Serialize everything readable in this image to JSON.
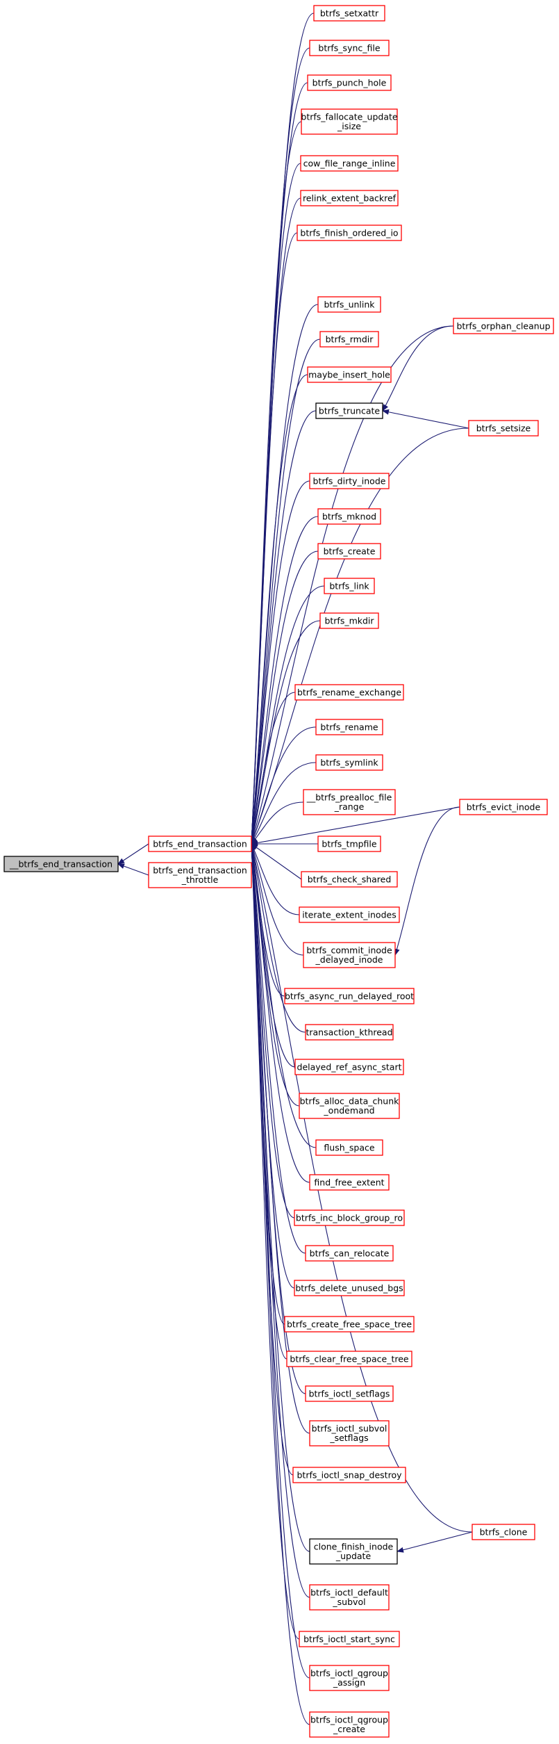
{
  "graph": {
    "colors": {
      "edge": "#191970",
      "red_border": "#ff0000",
      "black_border": "#000000",
      "focus_fill": "#bfbfbf",
      "node_fill": "#ffffff"
    },
    "focus": {
      "id": "end_tx_inner",
      "label": "__btrfs_end_transaction"
    },
    "nodes": [
      {
        "id": "end_tx_inner",
        "lines": [
          "__btrfs_end_transaction"
        ],
        "style": "focus"
      },
      {
        "id": "end_tx",
        "lines": [
          "btrfs_end_transaction"
        ],
        "style": "red"
      },
      {
        "id": "end_tx_throttle",
        "lines": [
          "btrfs_end_transaction",
          "_throttle"
        ],
        "style": "red"
      },
      {
        "id": "setxattr",
        "lines": [
          "btrfs_setxattr"
        ],
        "style": "red"
      },
      {
        "id": "sync_file",
        "lines": [
          "btrfs_sync_file"
        ],
        "style": "red"
      },
      {
        "id": "punch_hole",
        "lines": [
          "btrfs_punch_hole"
        ],
        "style": "red"
      },
      {
        "id": "fallocate_update",
        "lines": [
          "btrfs_fallocate_update",
          "_isize"
        ],
        "style": "red"
      },
      {
        "id": "cow_inline",
        "lines": [
          "cow_file_range_inline"
        ],
        "style": "red"
      },
      {
        "id": "relink",
        "lines": [
          "relink_extent_backref"
        ],
        "style": "red"
      },
      {
        "id": "finish_ordered",
        "lines": [
          "btrfs_finish_ordered_io"
        ],
        "style": "red"
      },
      {
        "id": "unlink",
        "lines": [
          "btrfs_unlink"
        ],
        "style": "red"
      },
      {
        "id": "rmdir",
        "lines": [
          "btrfs_rmdir"
        ],
        "style": "red"
      },
      {
        "id": "maybe_hole",
        "lines": [
          "maybe_insert_hole"
        ],
        "style": "red"
      },
      {
        "id": "truncate",
        "lines": [
          "btrfs_truncate"
        ],
        "style": "black"
      },
      {
        "id": "dirty_inode",
        "lines": [
          "btrfs_dirty_inode"
        ],
        "style": "red"
      },
      {
        "id": "mknod",
        "lines": [
          "btrfs_mknod"
        ],
        "style": "red"
      },
      {
        "id": "create",
        "lines": [
          "btrfs_create"
        ],
        "style": "red"
      },
      {
        "id": "link",
        "lines": [
          "btrfs_link"
        ],
        "style": "red"
      },
      {
        "id": "mkdir",
        "lines": [
          "btrfs_mkdir"
        ],
        "style": "red"
      },
      {
        "id": "rename_exchange",
        "lines": [
          "btrfs_rename_exchange"
        ],
        "style": "red"
      },
      {
        "id": "rename",
        "lines": [
          "btrfs_rename"
        ],
        "style": "red"
      },
      {
        "id": "symlink",
        "lines": [
          "btrfs_symlink"
        ],
        "style": "red"
      },
      {
        "id": "prealloc",
        "lines": [
          "__btrfs_prealloc_file",
          "_range"
        ],
        "style": "red"
      },
      {
        "id": "tmpfile",
        "lines": [
          "btrfs_tmpfile"
        ],
        "style": "red"
      },
      {
        "id": "check_shared",
        "lines": [
          "btrfs_check_shared"
        ],
        "style": "red"
      },
      {
        "id": "iterate",
        "lines": [
          "iterate_extent_inodes"
        ],
        "style": "red"
      },
      {
        "id": "commit_delayed",
        "lines": [
          "btrfs_commit_inode",
          "_delayed_inode"
        ],
        "style": "red"
      },
      {
        "id": "async_delayed",
        "lines": [
          "btrfs_async_run_delayed_root"
        ],
        "style": "red"
      },
      {
        "id": "kthread",
        "lines": [
          "transaction_kthread"
        ],
        "style": "red"
      },
      {
        "id": "delayed_ref",
        "lines": [
          "delayed_ref_async_start"
        ],
        "style": "red"
      },
      {
        "id": "alloc_chunk",
        "lines": [
          "btrfs_alloc_data_chunk",
          "_ondemand"
        ],
        "style": "red"
      },
      {
        "id": "flush_space",
        "lines": [
          "flush_space"
        ],
        "style": "red"
      },
      {
        "id": "find_free",
        "lines": [
          "find_free_extent"
        ],
        "style": "red"
      },
      {
        "id": "inc_bg_ro",
        "lines": [
          "btrfs_inc_block_group_ro"
        ],
        "style": "red"
      },
      {
        "id": "can_relocate",
        "lines": [
          "btrfs_can_relocate"
        ],
        "style": "red"
      },
      {
        "id": "delete_bgs",
        "lines": [
          "btrfs_delete_unused_bgs"
        ],
        "style": "red"
      },
      {
        "id": "create_fst",
        "lines": [
          "btrfs_create_free_space_tree"
        ],
        "style": "red"
      },
      {
        "id": "clear_fst",
        "lines": [
          "btrfs_clear_free_space_tree"
        ],
        "style": "red"
      },
      {
        "id": "ioctl_setflags",
        "lines": [
          "btrfs_ioctl_setflags"
        ],
        "style": "red"
      },
      {
        "id": "ioctl_subvol_setflags",
        "lines": [
          "btrfs_ioctl_subvol",
          "_setflags"
        ],
        "style": "red"
      },
      {
        "id": "snap_destroy",
        "lines": [
          "btrfs_ioctl_snap_destroy"
        ],
        "style": "red"
      },
      {
        "id": "clone_finish",
        "lines": [
          "clone_finish_inode",
          "_update"
        ],
        "style": "black"
      },
      {
        "id": "default_subvol",
        "lines": [
          "btrfs_ioctl_default",
          "_subvol"
        ],
        "style": "red"
      },
      {
        "id": "start_sync",
        "lines": [
          "btrfs_ioctl_start_sync"
        ],
        "style": "red"
      },
      {
        "id": "qgroup_assign",
        "lines": [
          "btrfs_ioctl_qgroup",
          "_assign"
        ],
        "style": "red"
      },
      {
        "id": "qgroup_create",
        "lines": [
          "btrfs_ioctl_qgroup",
          "_create"
        ],
        "style": "red"
      },
      {
        "id": "orphan_cleanup",
        "lines": [
          "btrfs_orphan_cleanup"
        ],
        "style": "red"
      },
      {
        "id": "setsize",
        "lines": [
          "btrfs_setsize"
        ],
        "style": "red"
      },
      {
        "id": "evict_inode",
        "lines": [
          "btrfs_evict_inode"
        ],
        "style": "red"
      },
      {
        "id": "clone",
        "lines": [
          "btrfs_clone"
        ],
        "style": "red"
      }
    ],
    "edges": [
      {
        "from": "end_tx",
        "to": "end_tx_inner"
      },
      {
        "from": "end_tx_throttle",
        "to": "end_tx_inner"
      },
      {
        "from": "setxattr",
        "to": "end_tx"
      },
      {
        "from": "sync_file",
        "to": "end_tx"
      },
      {
        "from": "punch_hole",
        "to": "end_tx"
      },
      {
        "from": "fallocate_update",
        "to": "end_tx"
      },
      {
        "from": "cow_inline",
        "to": "end_tx"
      },
      {
        "from": "relink",
        "to": "end_tx"
      },
      {
        "from": "finish_ordered",
        "to": "end_tx"
      },
      {
        "from": "orphan_cleanup",
        "to": "end_tx"
      },
      {
        "from": "unlink",
        "to": "end_tx"
      },
      {
        "from": "rmdir",
        "to": "end_tx"
      },
      {
        "from": "maybe_hole",
        "to": "end_tx"
      },
      {
        "from": "truncate",
        "to": "end_tx"
      },
      {
        "from": "setsize",
        "to": "end_tx"
      },
      {
        "from": "dirty_inode",
        "to": "end_tx"
      },
      {
        "from": "mknod",
        "to": "end_tx"
      },
      {
        "from": "create",
        "to": "end_tx"
      },
      {
        "from": "link",
        "to": "end_tx"
      },
      {
        "from": "mkdir",
        "to": "end_tx"
      },
      {
        "from": "evict_inode",
        "to": "end_tx"
      },
      {
        "from": "rename_exchange",
        "to": "end_tx"
      },
      {
        "from": "rename",
        "to": "end_tx"
      },
      {
        "from": "symlink",
        "to": "end_tx"
      },
      {
        "from": "prealloc",
        "to": "end_tx"
      },
      {
        "from": "tmpfile",
        "to": "end_tx"
      },
      {
        "from": "check_shared",
        "to": "end_tx"
      },
      {
        "from": "iterate",
        "to": "end_tx"
      },
      {
        "from": "commit_delayed",
        "to": "end_tx"
      },
      {
        "from": "async_delayed",
        "to": "end_tx"
      },
      {
        "from": "kthread",
        "to": "end_tx"
      },
      {
        "from": "delayed_ref",
        "to": "end_tx"
      },
      {
        "from": "alloc_chunk",
        "to": "end_tx"
      },
      {
        "from": "flush_space",
        "to": "end_tx"
      },
      {
        "from": "find_free",
        "to": "end_tx"
      },
      {
        "from": "inc_bg_ro",
        "to": "end_tx"
      },
      {
        "from": "can_relocate",
        "to": "end_tx"
      },
      {
        "from": "delete_bgs",
        "to": "end_tx"
      },
      {
        "from": "create_fst",
        "to": "end_tx"
      },
      {
        "from": "clear_fst",
        "to": "end_tx"
      },
      {
        "from": "ioctl_setflags",
        "to": "end_tx"
      },
      {
        "from": "ioctl_subvol_setflags",
        "to": "end_tx"
      },
      {
        "from": "snap_destroy",
        "to": "end_tx"
      },
      {
        "from": "clone",
        "to": "end_tx"
      },
      {
        "from": "clone_finish",
        "to": "end_tx"
      },
      {
        "from": "default_subvol",
        "to": "end_tx"
      },
      {
        "from": "start_sync",
        "to": "end_tx"
      },
      {
        "from": "qgroup_assign",
        "to": "end_tx"
      },
      {
        "from": "qgroup_create",
        "to": "end_tx"
      },
      {
        "from": "orphan_cleanup",
        "to": "truncate"
      },
      {
        "from": "setsize",
        "to": "truncate"
      },
      {
        "from": "evict_inode",
        "to": "commit_delayed"
      },
      {
        "from": "clone",
        "to": "clone_finish"
      }
    ]
  }
}
